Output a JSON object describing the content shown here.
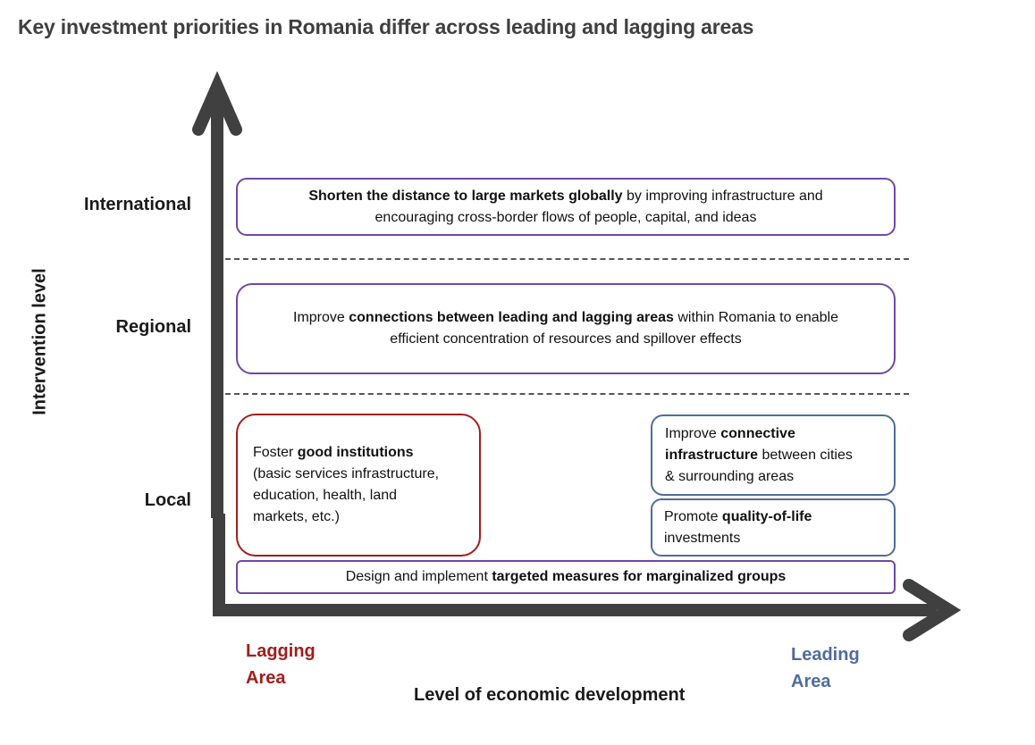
{
  "title": "Key investment priorities in Romania differ across leading and lagging areas",
  "y_axis": {
    "label": "Intervention level",
    "levels": {
      "international": "International",
      "regional": "Regional",
      "local": "Local"
    }
  },
  "x_axis": {
    "label": "Level of economic development",
    "lagging": {
      "line1": "Lagging",
      "line2": "Area",
      "color": "#a11d1d"
    },
    "leading": {
      "line1": "Leading",
      "line2": "Area",
      "color": "#4f6c9e"
    }
  },
  "boxes": {
    "international": {
      "bold": "Shorten the distance to large markets globally",
      "rest_line1": " by improving infrastructure and",
      "line2": "encouraging cross-border flows of people, capital, and ideas"
    },
    "regional": {
      "pre": "Improve ",
      "bold": "connections between leading and lagging areas",
      "rest_line1": " within Romania to enable",
      "line2": "efficient concentration of resources and spillover effects"
    },
    "institutions": {
      "pre": "Foster ",
      "bold": "good institutions",
      "line2": "(basic services infrastructure,",
      "line3": "education, health, land",
      "line4": "markets, etc.)"
    },
    "connective": {
      "pre": "Improve ",
      "bold1": "connective",
      "bold2": "infrastructure",
      "rest_line2": " between cities",
      "line3": "& surrounding areas"
    },
    "quality_of_life": {
      "pre": "Promote ",
      "bold": "quality-of-life",
      "line2": "investments"
    },
    "marginalized": {
      "pre": "Design and implement ",
      "bold": "targeted measures for marginalized groups"
    }
  },
  "colors": {
    "axis": "#404040",
    "purple_border": "#7048a8",
    "red_border": "#a11d1d",
    "blue_border": "#4f6c9e"
  }
}
